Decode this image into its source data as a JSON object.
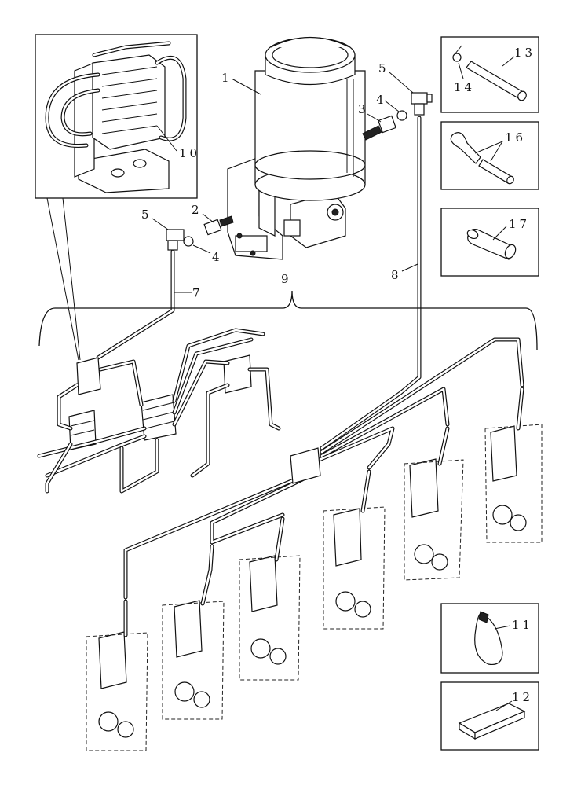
{
  "callouts": [
    {
      "id": "c1",
      "text": "1"
    },
    {
      "id": "c2",
      "text": "2"
    },
    {
      "id": "c3",
      "text": "3"
    },
    {
      "id": "c4a",
      "text": "4"
    },
    {
      "id": "c4b",
      "text": "4"
    },
    {
      "id": "c5a",
      "text": "5"
    },
    {
      "id": "c5b",
      "text": "5"
    },
    {
      "id": "c7",
      "text": "7"
    },
    {
      "id": "c8",
      "text": "8"
    },
    {
      "id": "c9",
      "text": "9"
    },
    {
      "id": "c10",
      "text": "10"
    },
    {
      "id": "c11",
      "text": "11"
    },
    {
      "id": "c12",
      "text": "12"
    },
    {
      "id": "c13",
      "text": "13"
    },
    {
      "id": "c14",
      "text": "14"
    },
    {
      "id": "c16",
      "text": "16"
    },
    {
      "id": "c17",
      "text": "17"
    }
  ],
  "icons": [
    "grease-reservoir-icon",
    "progressive-distributor-icon",
    "hose-fitting-icon",
    "tee-fitting-icon",
    "cable-tie-icon",
    "clip-strip-icon",
    "tube-icon",
    "hose-clamp-icon",
    "sleeve-icon",
    "grease-nipple-icon"
  ]
}
